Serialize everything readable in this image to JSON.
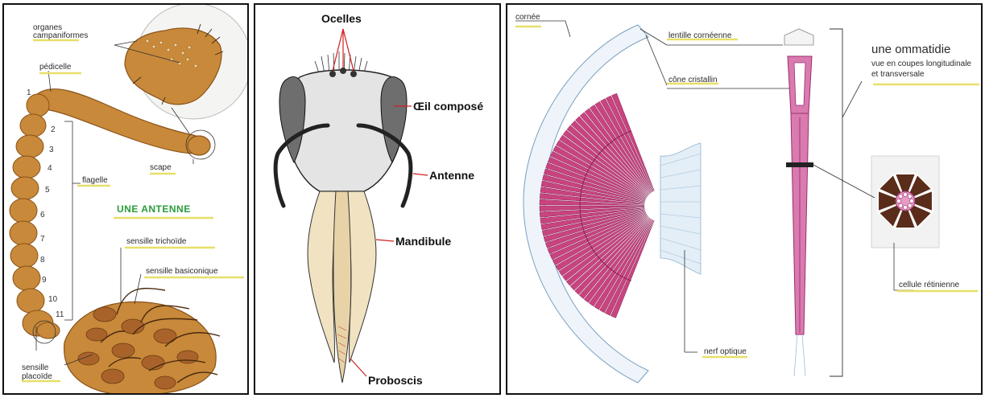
{
  "antenna": {
    "title": "UNE ANTENNE",
    "labels": {
      "organes": "organes",
      "campaniformes": "campaniformes",
      "pedicelle": "pédicelle",
      "flagelle": "flagelle",
      "scape": "scape",
      "sensille_trichoide": "sensille trichoïde",
      "sensille_basiconique": "sensille basiconique",
      "sensille": "sensille",
      "placoide": "placoïde"
    },
    "segment_numbers": [
      "1",
      "2",
      "3",
      "4",
      "5",
      "6",
      "7",
      "8",
      "9",
      "10",
      "11"
    ]
  },
  "head": {
    "labels": {
      "ocelles": "Ocelles",
      "oeil": "Œil composé",
      "antenne": "Antenne",
      "mandibule": "Mandibule",
      "proboscis": "Proboscis"
    }
  },
  "eye": {
    "labels": {
      "cornee": "cornée",
      "lentille": "lentille cornéenne",
      "cone": "cône cristallin",
      "ommatidie": "une ommatidie",
      "coupes1": "vue en coupes longitudinale",
      "coupes2": "et transversale",
      "cellule": "cellule rétinienne",
      "nerf": "nerf optique"
    }
  },
  "colors": {
    "antenna_fill": "#c8893a",
    "antenna_dark": "#8a5218",
    "facet_pink": "#c8447f",
    "label_red": "#d22020",
    "title_green": "#2a9d3a",
    "highlight_yellow": "#e7df6a",
    "cell_brown": "#5a2c1a"
  }
}
